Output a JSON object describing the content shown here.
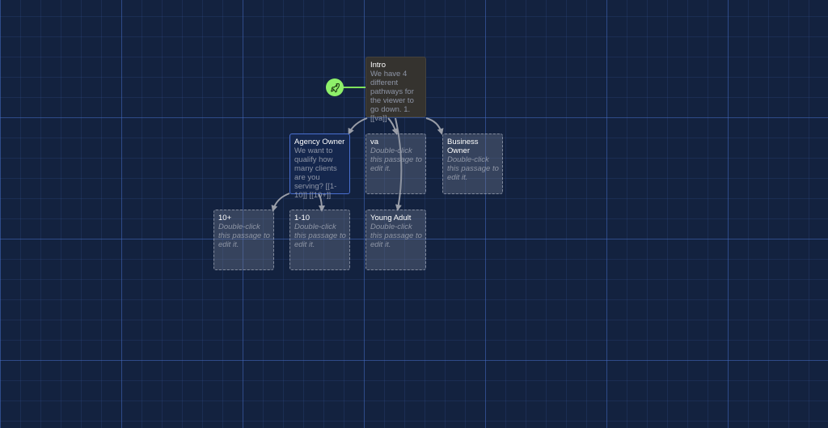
{
  "story": {
    "start_icon": "rocket-icon",
    "passages": [
      {
        "id": "intro",
        "title": "Intro",
        "excerpt": "We have 4 different pathways for the viewer to go down. 1. [[va]]",
        "style": "start"
      },
      {
        "id": "agency-owner",
        "title": "Agency Owner",
        "excerpt": "We want to qualify how many clients are you serving? [[1-10]] [[10+]]",
        "style": "filled"
      },
      {
        "id": "va",
        "title": "va",
        "excerpt": "Double-click this passage to edit it.",
        "style": "empty"
      },
      {
        "id": "business-owner",
        "title": "Business Owner",
        "excerpt": "Double-click this passage to edit it.",
        "style": "empty"
      },
      {
        "id": "ten-plus",
        "title": "10+",
        "excerpt": "Double-click this passage to edit it.",
        "style": "empty"
      },
      {
        "id": "one-to-ten",
        "title": "1-10",
        "excerpt": "Double-click this passage to edit it.",
        "style": "empty"
      },
      {
        "id": "young-adult",
        "title": "Young Adult",
        "excerpt": "Double-click this passage to edit it.",
        "style": "empty"
      }
    ],
    "links": [
      {
        "from": "intro",
        "to": "agency-owner"
      },
      {
        "from": "intro",
        "to": "va"
      },
      {
        "from": "intro",
        "to": "business-owner"
      },
      {
        "from": "intro",
        "to": "young-adult"
      },
      {
        "from": "agency-owner",
        "to": "ten-plus"
      },
      {
        "from": "agency-owner",
        "to": "one-to-ten"
      }
    ]
  },
  "colors": {
    "canvas": "#13223f",
    "start_badge": "#8ef06a",
    "link_arrow": "#9a9ea8",
    "selected_border": "#4a6fd0"
  }
}
